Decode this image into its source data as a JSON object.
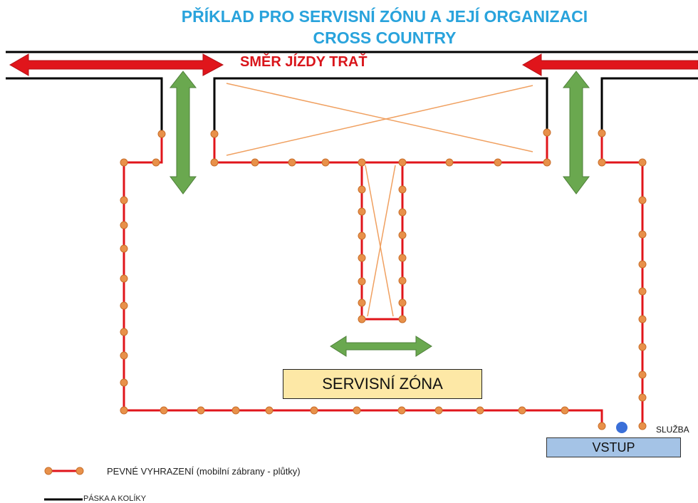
{
  "title": {
    "line1": "PŘÍKLAD PRO SERVISNÍ ZÓNU A JEJÍ ORGANIZACI",
    "line2": "CROSS COUNTRY"
  },
  "direction_label": "SMĚR JÍZDY TRAŤ",
  "zone_label": "SERVISNÍ ZÓNA",
  "entry_label": "VSTUP",
  "service_label": "SLUŽBA",
  "legend": {
    "fixed_barrier": "PEVNÉ VYHRAZENÍ (mobilní zábrany - plůtky)",
    "tape_and_pegs": "PÁSKA A KOLÍKY"
  },
  "colors": {
    "title": "#29a3dc",
    "direction_arrow": "#e0151b",
    "movement_arrow": "#6aa84f",
    "barrier_line": "#e0151b",
    "barrier_post": "#e8914a",
    "tape_line": "#000000",
    "cross_lines": "#f0a060",
    "zone_fill": "#fde8a6",
    "entry_fill": "#a4c3e6",
    "service_dot": "#3a6fd8"
  },
  "icons": {
    "direction_arrows": "double-headed-arrow-left",
    "movement_arrows": "double-headed-arrow-vertical",
    "flow_arrow": "double-headed-arrow-horizontal",
    "service_marker": "blue-dot"
  }
}
